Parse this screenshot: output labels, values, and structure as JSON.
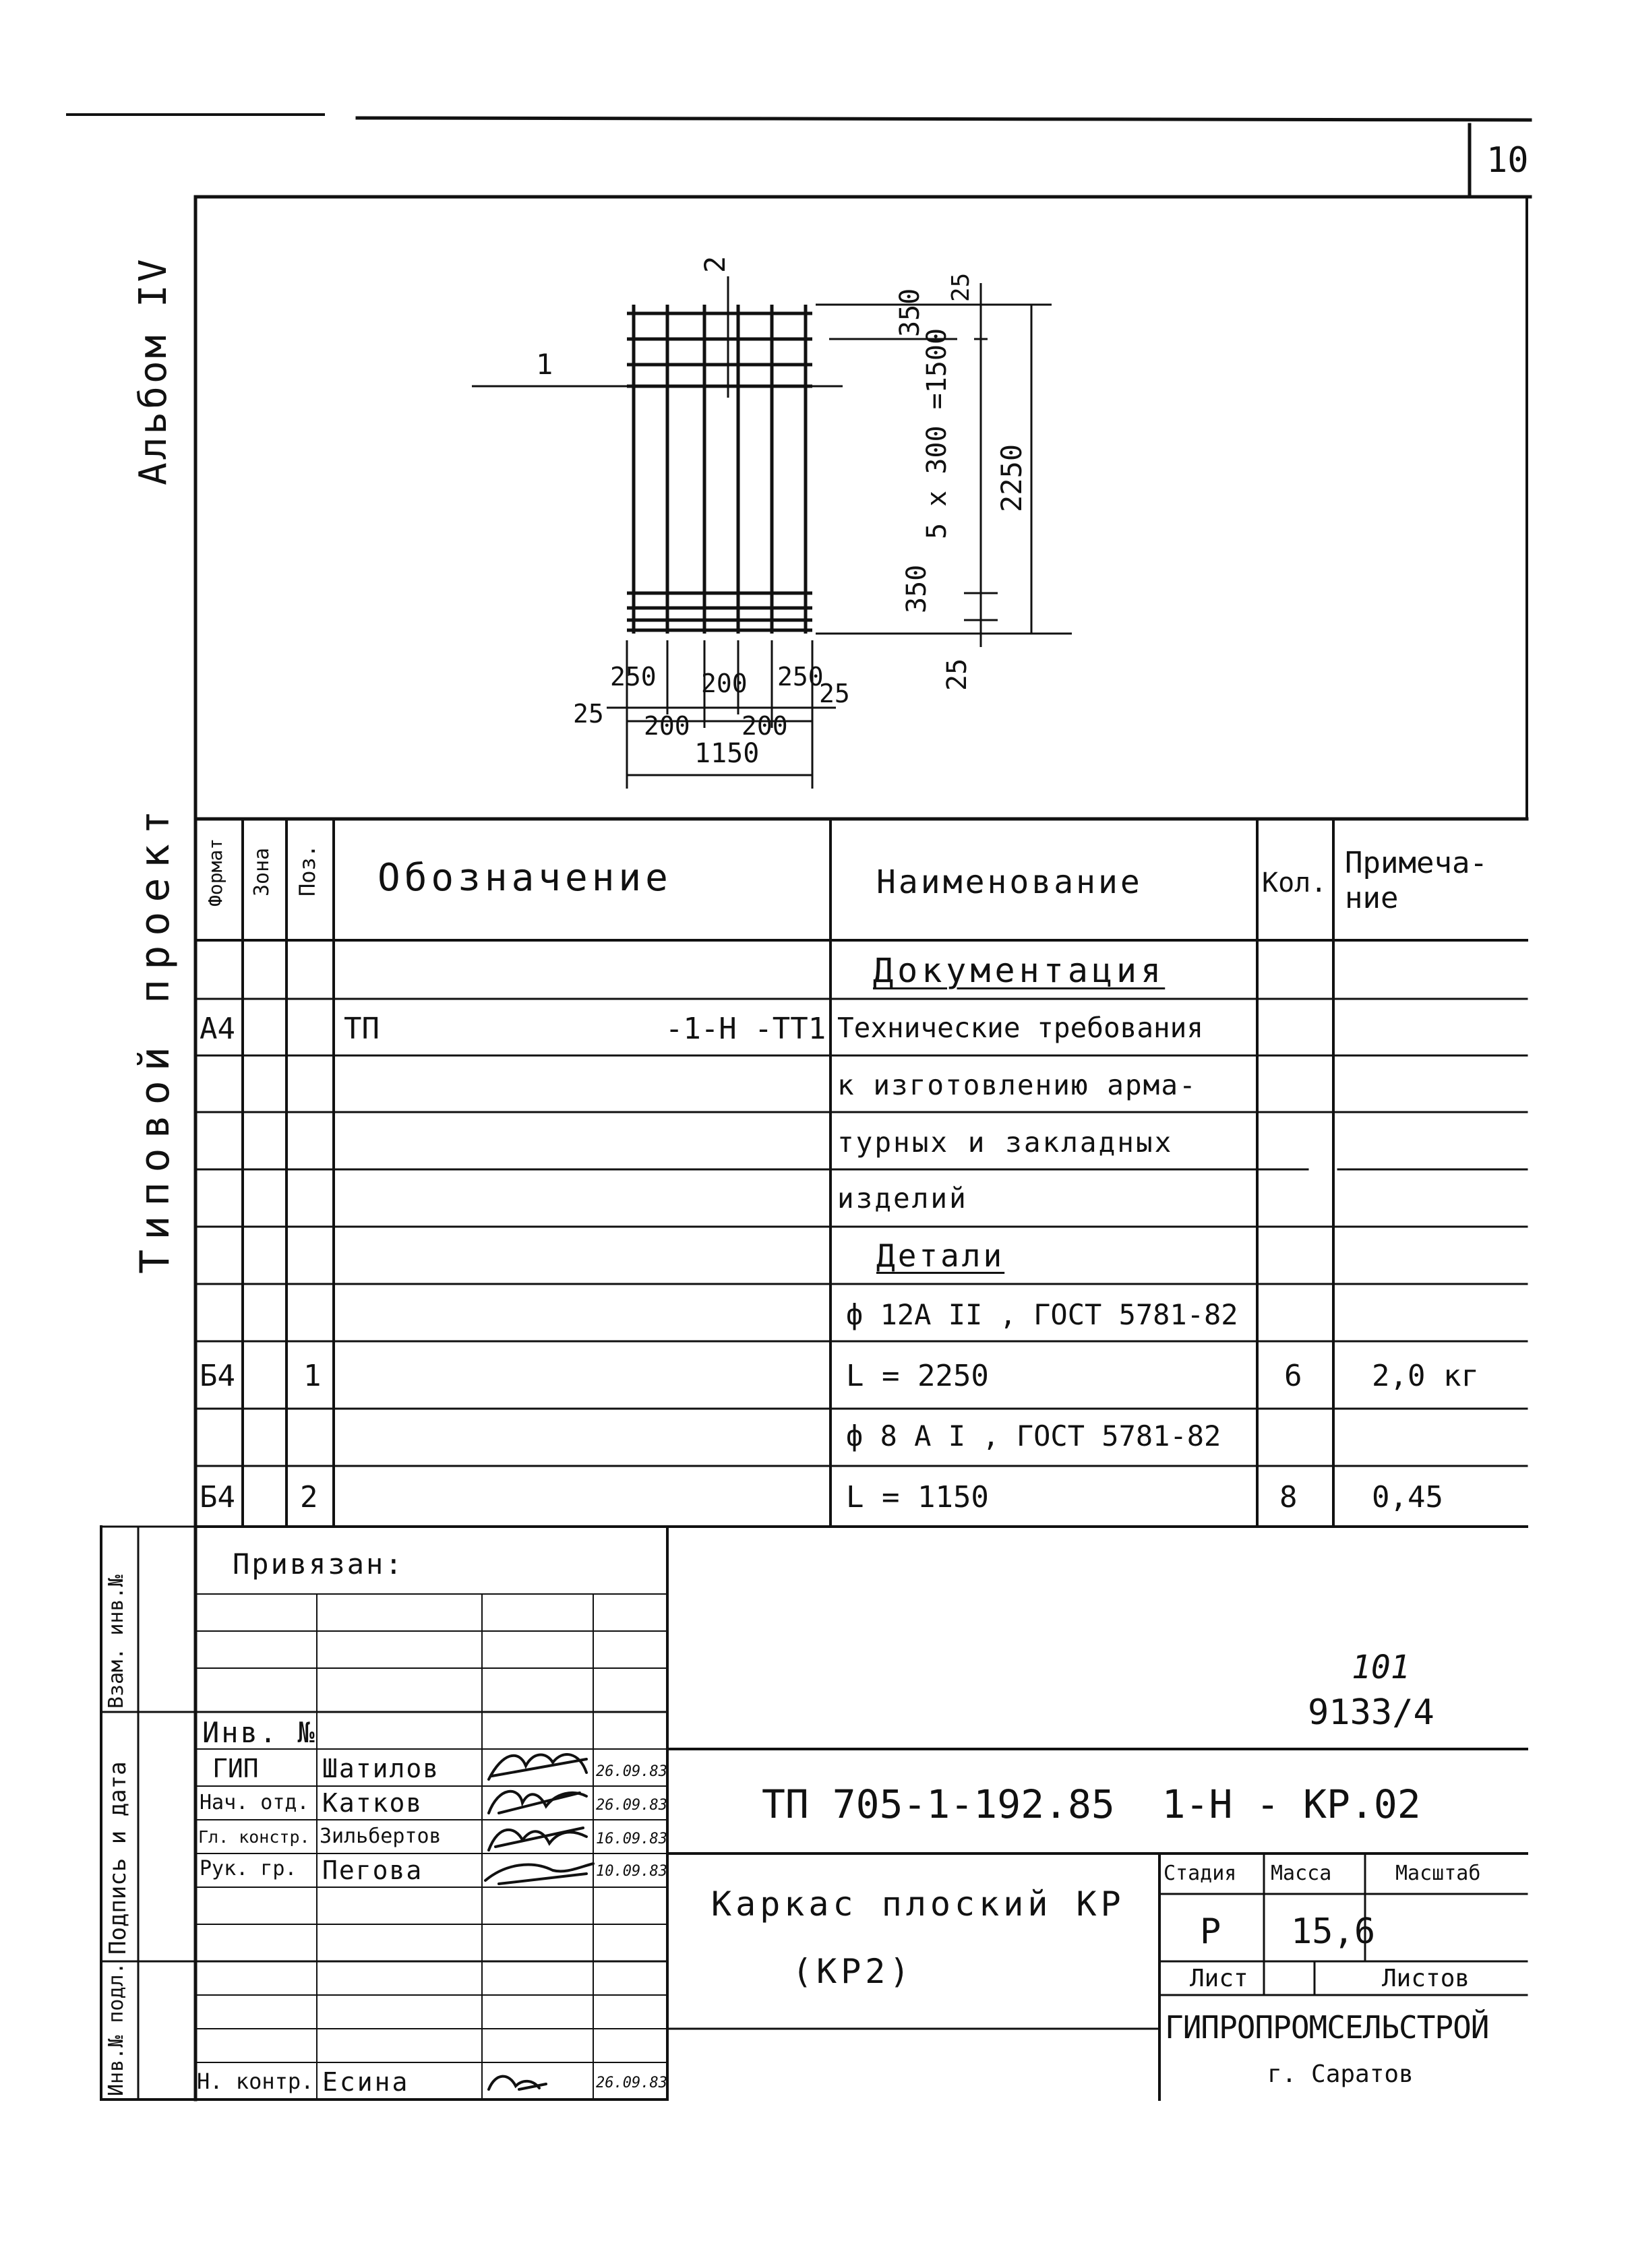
{
  "sheet_number": "10",
  "side_labels": {
    "album": "Альбом IV",
    "project": "Типовой проект"
  },
  "drawing": {
    "callout_1": "1",
    "callout_2": "2",
    "dims_right": [
      "350",
      "25",
      "5 x 300 =1500",
      "2250",
      "350",
      "25"
    ],
    "dims_bottom_top": [
      "25",
      "250",
      "200",
      "250",
      "25"
    ],
    "dims_bottom_low": [
      "200",
      "200"
    ],
    "dim_total": "1150"
  },
  "spec_table": {
    "headers": {
      "format": "Формат",
      "zone": "Зона",
      "pos": "Поз.",
      "designation": "Обозначение",
      "name": "Наименование",
      "qty": "Кол.",
      "note": "Примеча-ние"
    },
    "rows": [
      {
        "format": "",
        "pos": "",
        "designation": "",
        "name": "Документация",
        "qty": "",
        "note": ""
      },
      {
        "format": "А4",
        "pos": "",
        "designation": "ТП                -1-Н -ТТ1",
        "name": "Технические требования",
        "qty": "",
        "note": ""
      },
      {
        "format": "",
        "pos": "",
        "designation": "",
        "name": "к изготовлению арма-",
        "qty": "",
        "note": ""
      },
      {
        "format": "",
        "pos": "",
        "designation": "",
        "name": "турных и закладных",
        "qty": "",
        "note": ""
      },
      {
        "format": "",
        "pos": "",
        "designation": "",
        "name": "изделий",
        "qty": "",
        "note": ""
      },
      {
        "format": "",
        "pos": "",
        "designation": "",
        "name": "Детали",
        "qty": "",
        "note": ""
      },
      {
        "format": "",
        "pos": "",
        "designation": "",
        "name": "ф 12А II , ГОСТ 5781-82",
        "qty": "",
        "note": ""
      },
      {
        "format": "Б4",
        "pos": "1",
        "designation": "",
        "name": "L = 2250",
        "qty": "6",
        "note": "2,0 кг"
      },
      {
        "format": "",
        "pos": "",
        "designation": "",
        "name": "ф 8 А I , ГОСТ 5781-82",
        "qty": "",
        "note": ""
      },
      {
        "format": "Б4",
        "pos": "2",
        "designation": "",
        "name": "L = 1150",
        "qty": "8",
        "note": "0,45"
      }
    ]
  },
  "left_strip": {
    "vz_inv": "Взам. инв.№",
    "sign_date": "Подпись и дата",
    "inv_podl": "Инв.№ подл."
  },
  "stamp": {
    "privyazan": "Привязан:",
    "inv_no": "Инв. №",
    "sheet_code": "101",
    "sheet_code2": "9133/4",
    "doc_code": "ТП 705-1-192.85  1-Н - КР.02",
    "title_line1": "Каркас плоский КР",
    "title_line2": "(КР2)",
    "signatures": [
      {
        "role": "ГИП",
        "name": "Шатилов",
        "date": "26.09.83"
      },
      {
        "role": "Нач. отд.",
        "name": "Катков",
        "date": "26.09.83"
      },
      {
        "role": "Гл. констр.",
        "name": "Зильбертов",
        "date": "16.09.83"
      },
      {
        "role": "Рук. гр.",
        "name": "Пегова",
        "date": "10.09.83"
      },
      {
        "role": "Н. контр.",
        "name": "Есина",
        "date": "26.09.83"
      }
    ],
    "stage_label": "Стадия",
    "mass_label": "Масса",
    "scale_label": "Масштаб",
    "stage": "Р",
    "mass": "15,6",
    "scale": "",
    "sheet_label": "Лист",
    "sheets_label": "Листов",
    "org": "ГИПРОПРОМСЕЛЬСТРОЙ",
    "city": "г. Саратов"
  }
}
